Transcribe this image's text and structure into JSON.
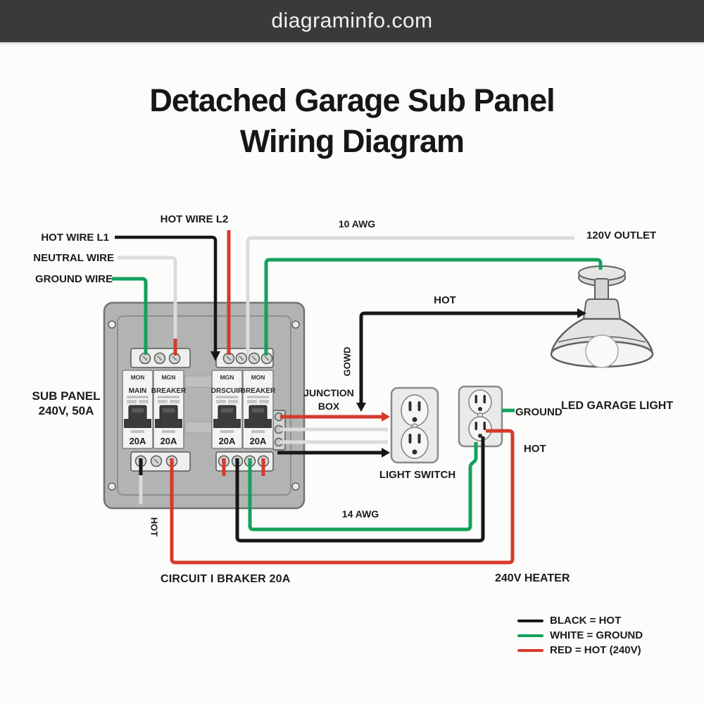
{
  "banner": {
    "site_name": "diagraminfo.com"
  },
  "title": {
    "line1": "Detached Garage Sub Panel",
    "line2": "Wiring Diagram"
  },
  "labels": {
    "hot_wire_l1": "HOT WIRE L1",
    "hot_wire_l2": "HOT WIRE L2",
    "neutral_wire": "NEUTRAL WIRE",
    "ground_wire": "GROUND WIRE",
    "awg_10": "10 AWG",
    "outlet_120v": "120V OUTLET",
    "hot_to_light": "HOT",
    "sub_panel_line1": "SUB PANEL",
    "sub_panel_line2": "240V, 50A",
    "junction_box_line1": "JUNCTION",
    "junction_box_line2": "BOX",
    "gowd_vertical": "GOWD",
    "light_switch": "LIGHT SWITCH",
    "ground_outlet": "GROUND",
    "led_garage_light": "LED GARAGE LIGHT",
    "hot_outlet": "HOT",
    "awg_14": "14 AWG",
    "hot_vertical": "HOT",
    "circuit_breaker_20a": "CIRCUIT I BRAKER 20A",
    "heater_240v": "240V HEATER"
  },
  "panel": {
    "breakers": {
      "left_pair": {
        "module1": {
          "top": "MON",
          "label": "MAIN",
          "amp": "20A"
        },
        "module2": {
          "top": "MGN",
          "label": "BREAKER",
          "amp": "20A"
        }
      },
      "right_pair": {
        "module1": {
          "top": "MGN",
          "label": "DRSCUIR",
          "amp": "20A"
        },
        "module2": {
          "top": "MON",
          "label": "BREAKER",
          "amp": "20A"
        }
      }
    }
  },
  "legend": {
    "items": [
      {
        "swatch_color": "#161616",
        "label": "BLACK = HOT"
      },
      {
        "swatch_color": "#14a15c",
        "label": "WHITE = GROUND"
      },
      {
        "swatch_color": "#d63a2d",
        "label": "RED = HOT (240V)"
      }
    ]
  },
  "colors": {
    "wire_black": "#161616",
    "wire_red": "#d63a2d",
    "wire_green": "#14a15c",
    "wire_white": "#dcdcda",
    "banner_bg": "#3a3a38",
    "panel_gray": "#b1b4b2"
  }
}
